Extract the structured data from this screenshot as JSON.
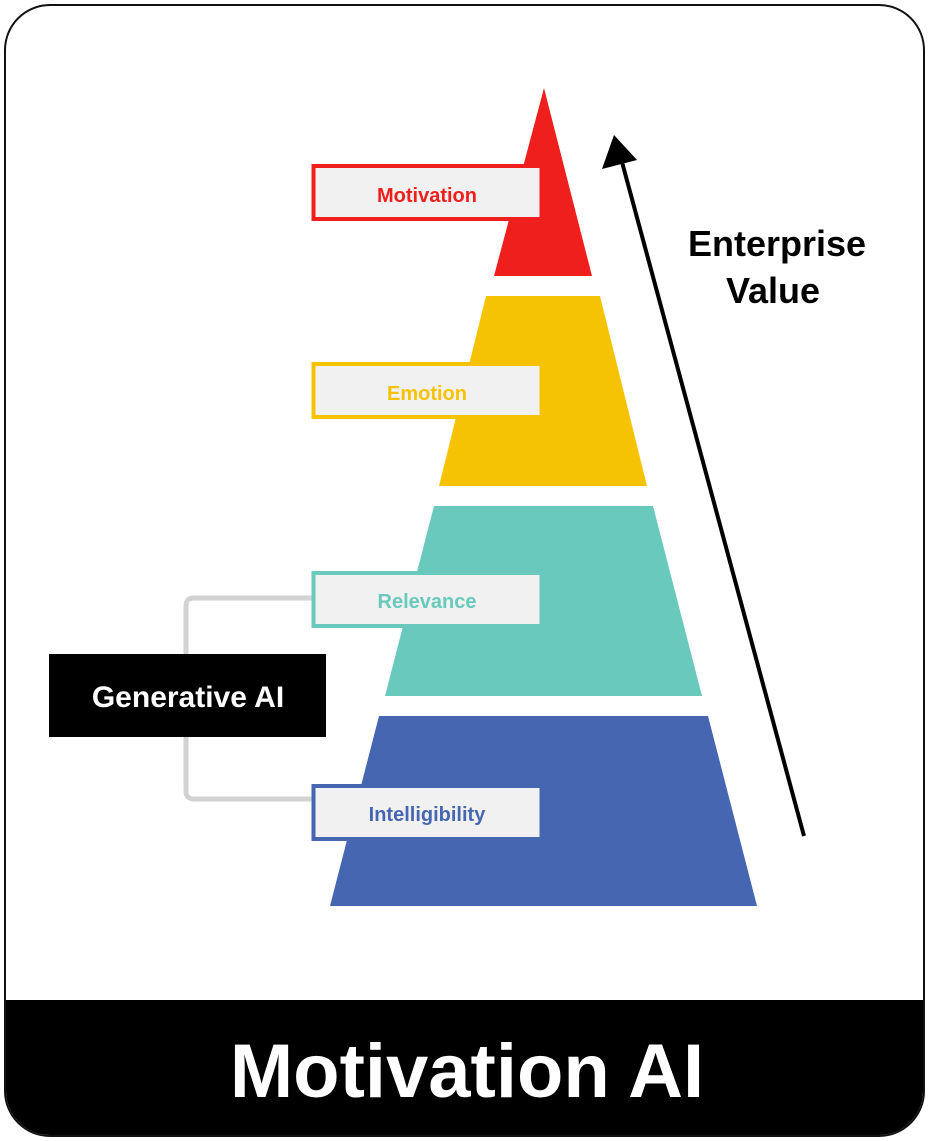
{
  "title": "Motivation AI",
  "arrow_label": [
    "Enterprise",
    "Value"
  ],
  "bracket_label": "Generative AI",
  "layers": [
    {
      "id": "motivation",
      "label": "Motivation",
      "color": "#ee1f1c"
    },
    {
      "id": "emotion",
      "label": "Emotion",
      "color": "#f6c304"
    },
    {
      "id": "relevance",
      "label": "Relevance",
      "color": "#68c9bc"
    },
    {
      "id": "intelligibility",
      "label": "Intelligibility",
      "color": "#4666b1"
    }
  ],
  "colors": {
    "label_box_fill": "#f1f1f1",
    "bracket_box": "#000000",
    "bracket_line": "#d2d2d2",
    "footer": "#000000",
    "arrow": "#000000"
  }
}
